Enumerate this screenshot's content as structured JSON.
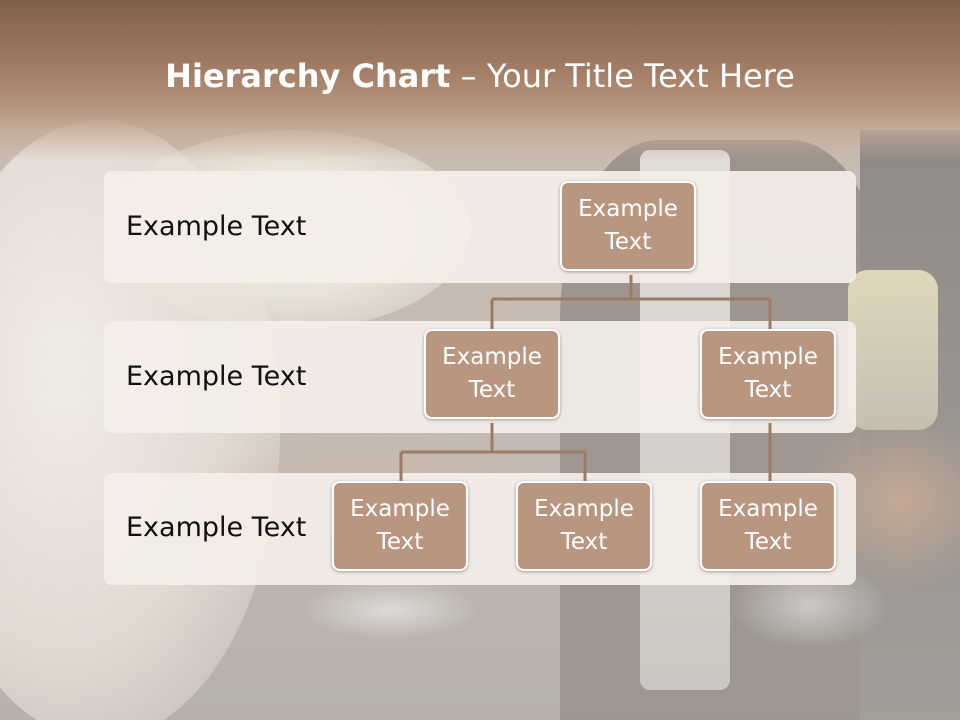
{
  "slide": {
    "title_bold": "Hierarchy Chart",
    "title_rest": " – Your Title Text Here"
  },
  "bands": [
    {
      "label": "Example Text"
    },
    {
      "label": "Example Text"
    },
    {
      "label": "Example Text"
    }
  ],
  "nodes": {
    "root": "Example Text",
    "mid_left": "Example Text",
    "mid_right": "Example Text",
    "leaf_1": "Example Text",
    "leaf_2": "Example Text",
    "leaf_3": "Example Text"
  },
  "colors": {
    "node_fill": "#b99680",
    "node_border": "#ffffff",
    "connector": "#9b7b66",
    "band_fill": "#f4eee9",
    "title_band": "#a07a63"
  }
}
